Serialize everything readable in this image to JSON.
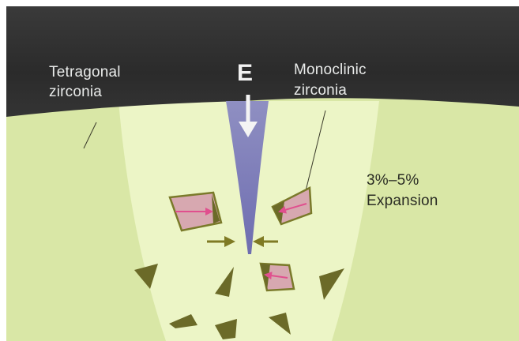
{
  "labels": {
    "tetragonal_line1": "Tetragonal",
    "tetragonal_line2": "zirconia",
    "monoclinic_line1": "Monoclinic",
    "monoclinic_line2": "zirconia",
    "expansion_line1": "3%–5%",
    "expansion_line2": "Expansion",
    "stress_symbol": "E"
  },
  "colors": {
    "top_band": "#2b2b2b",
    "matrix": "#dbe8a8",
    "transformation_zone": "#edf6c8",
    "crack": "#7a79b6",
    "grain_olive": "#6b6a28",
    "grain_pink": "#d98aa8",
    "pink_arrow": "#e04f8e",
    "compression_arrow": "#7f7a24",
    "stress_arrow": "#f4f4f4"
  }
}
